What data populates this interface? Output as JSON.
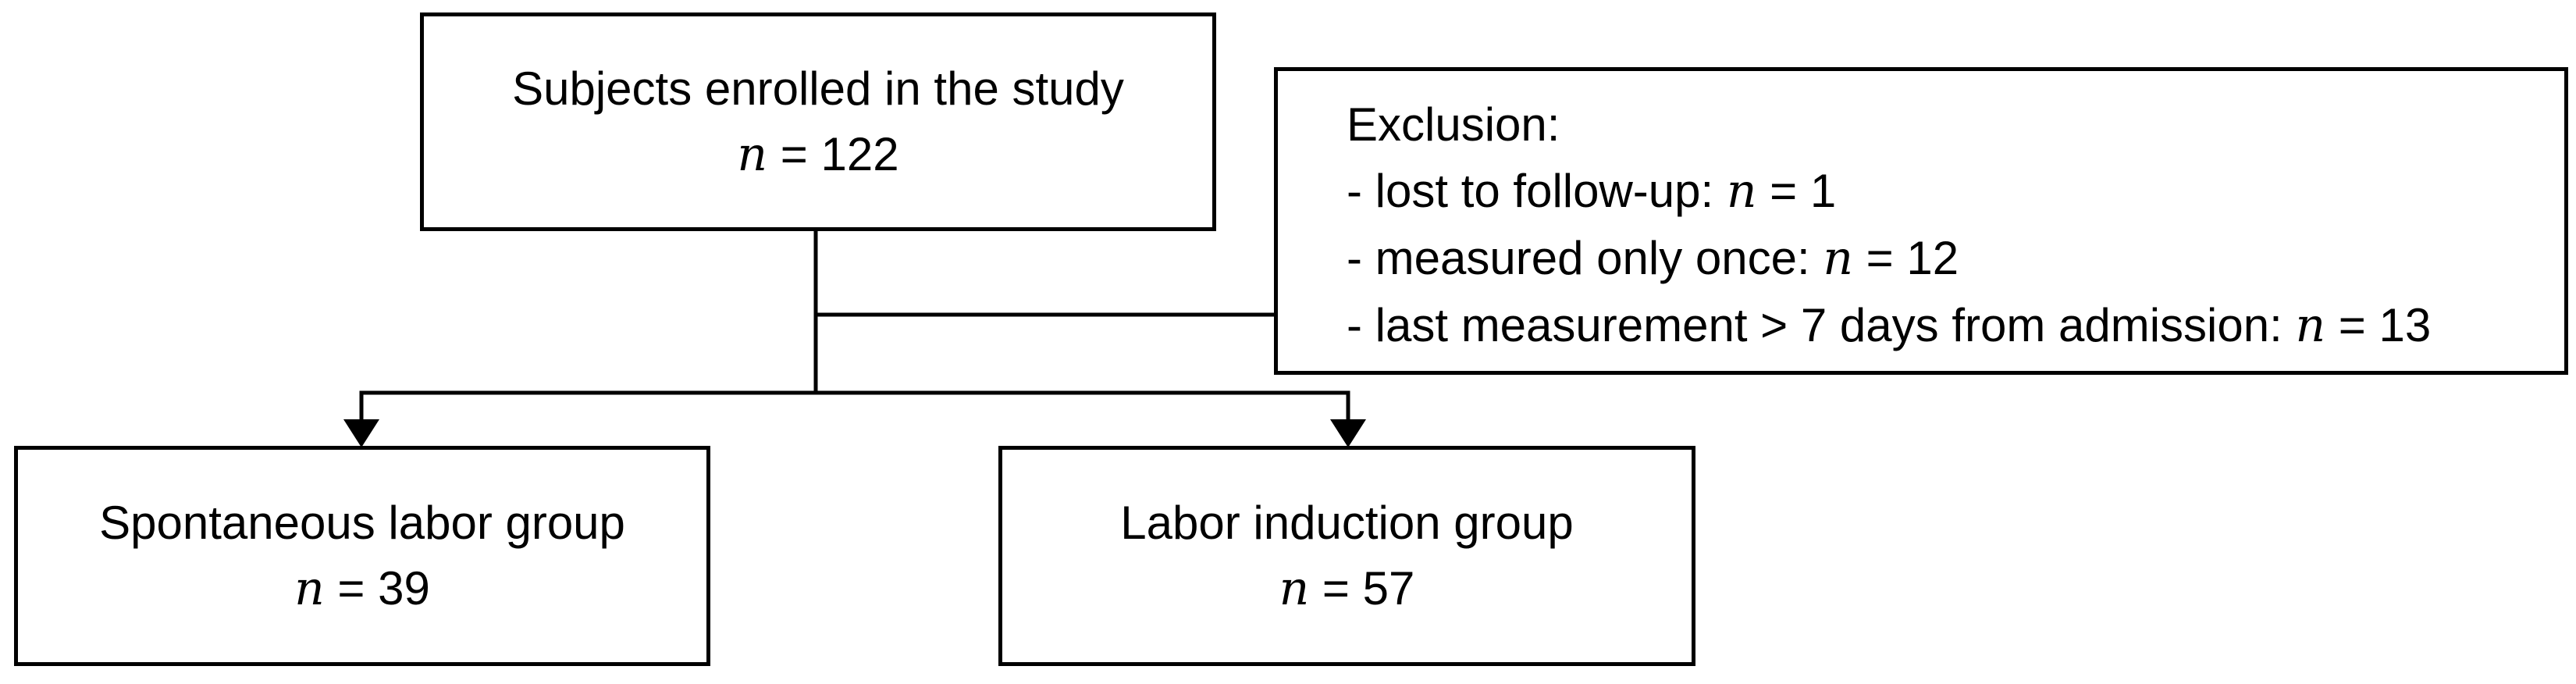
{
  "enrolled": {
    "label": "Subjects enrolled in the study",
    "n_symbol": "n",
    "n_rest": " = 122"
  },
  "exclusion": {
    "heading": "Exclusion:",
    "items": [
      {
        "prefix": "- lost to follow-up: ",
        "n_symbol": "n",
        "n_rest": " = 1"
      },
      {
        "prefix": "- measured only once: ",
        "n_symbol": "n",
        "n_rest": " = 12"
      },
      {
        "prefix": "- last measurement  > 7 days from admission: ",
        "n_symbol": "n",
        "n_rest": " = 13"
      }
    ]
  },
  "groups": [
    {
      "label": "Spontaneous labor group",
      "n_symbol": "n",
      "n_rest": " = 39"
    },
    {
      "label": "Labor induction group",
      "n_symbol": "n",
      "n_rest": " = 57"
    }
  ]
}
